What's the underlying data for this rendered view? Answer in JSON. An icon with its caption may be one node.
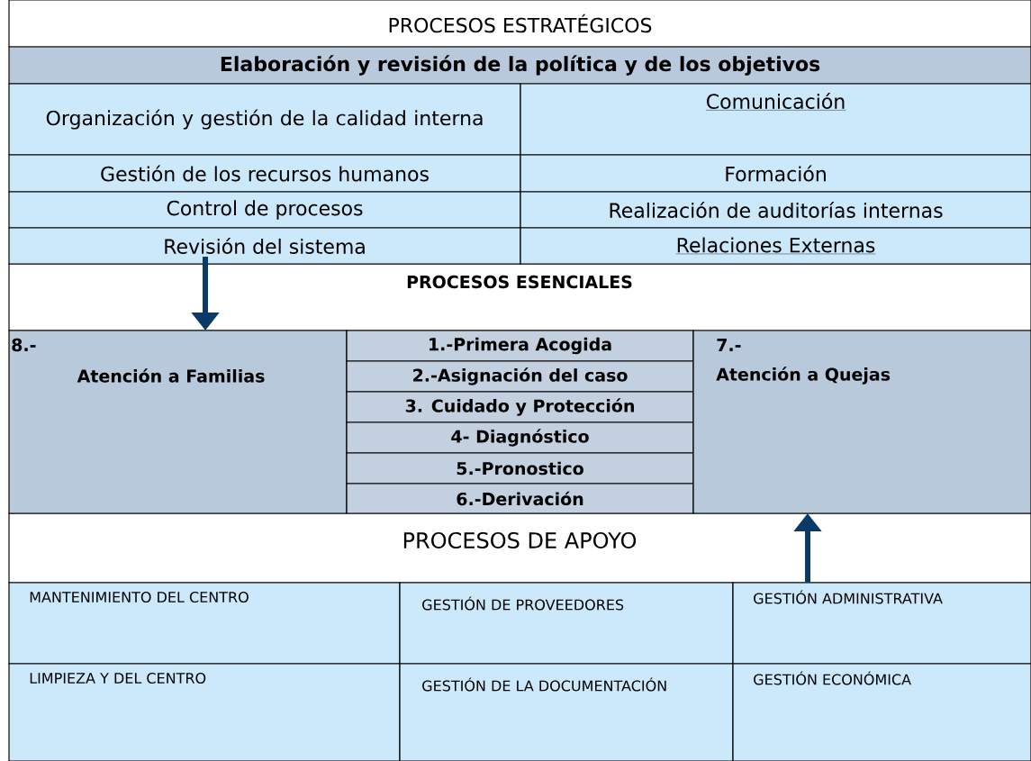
{
  "diagram": {
    "nodes": [
      {
        "text": [
          "PROCESOS ESTRATÉGICOS"
        ]
      },
      {
        "text": [
          "Elaboración y revisión de la política y de los objetivos"
        ]
      },
      {
        "text": [
          "Organización y gestión de la calidad interna"
        ]
      },
      {
        "text": [
          "Comunicación"
        ]
      },
      {
        "text": [
          "Gestión de los recursos humanos"
        ]
      },
      {
        "text": [
          "Formación"
        ]
      },
      {
        "text": [
          "Control de procesos"
        ]
      },
      {
        "text": [
          "Realización de auditorías internas"
        ]
      },
      {
        "text": [
          "Revisión del sistema"
        ]
      },
      {
        "text": [
          "Relaciones Externas"
        ]
      },
      {
        "text": [
          "8.-",
          "Atención a Familias"
        ]
      },
      {
        "text": [
          "1.-Primera Acogida"
        ]
      },
      {
        "text": [
          "2.-Asignación del caso"
        ]
      },
      {
        "text": [
          "3. Cuidado y Protección"
        ]
      },
      {
        "text": [
          "4- Diagnóstico"
        ]
      },
      {
        "text": [
          "5.-Pronostico"
        ]
      },
      {
        "text": [
          "6.-Derivación"
        ]
      },
      {
        "text": [
          "7.-",
          "Atención a Quejas"
        ]
      },
      {
        "text": [
          "MANTENIMIENTO DEL CENTRO"
        ]
      },
      {
        "text": [
          "GESTIÓN DE PROVEEDORES"
        ]
      },
      {
        "text": [
          "GESTIÓN ADMINISTRATIVA"
        ]
      },
      {
        "text": [
          "LIMPIEZA Y DEL CENTRO"
        ]
      },
      {
        "text": [
          "GESTIÓN DE LA DOCUMENTACIÓN"
        ]
      },
      {
        "text": [
          "GESTIÓN ECONÓMICA"
        ]
      }
    ],
    "edges": [
      {
        "from": 8,
        "to": 10,
        "arrow": "to"
      },
      {
        "from": 20,
        "to": 17,
        "arrow": "to"
      }
    ],
    "labels": [
      "PROCESOS ESENCIALES",
      "PROCESOS DE APOYO"
    ]
  }
}
